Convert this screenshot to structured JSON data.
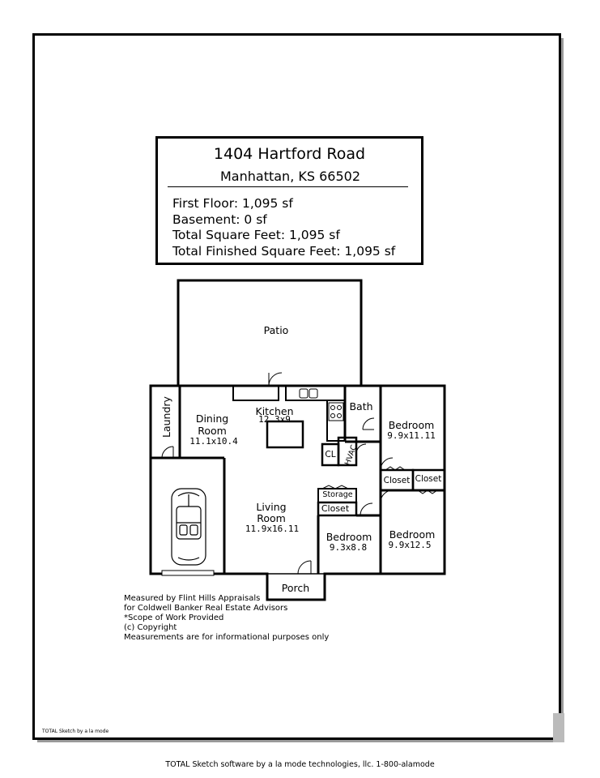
{
  "title": {
    "address": "1404 Hartford Road",
    "city": "Manhattan, KS 66502",
    "stats": [
      "First Floor: 1,095 sf",
      "Basement: 0 sf",
      "Total Square Feet: 1,095 sf",
      "Total Finished Square Feet: 1,095 sf"
    ]
  },
  "rooms": {
    "patio": "Patio",
    "laundry": "Laundry",
    "dining": "Dining",
    "dining2": "Room",
    "dining_dim": "11.1x10.4",
    "kitchen": "Kitchen",
    "kitchen_dim": "12.3x9",
    "bath": "Bath",
    "bedroom1": "Bedroom",
    "bedroom1_dim": "9.9x11.11",
    "cl": "CL",
    "hvac": "HVAC",
    "closet1": "Closet",
    "closet2": "Closet",
    "storage": "Storage",
    "closet3": "Closet",
    "living": "Living",
    "living2": "Room",
    "living_dim": "11.9x16.11",
    "bedroom2": "Bedroom",
    "bedroom2_dim": "9.3x8.8",
    "bedroom3": "Bedroom",
    "bedroom3_dim": "9.9x12.5",
    "porch": "Porch"
  },
  "notes": [
    "Measured by Flint Hills Appraisals",
    "for Coldwell Banker Real Estate Advisors",
    "*Scope of Work Provided",
    "(c) Copyright",
    "Measurements are for informational purposes only"
  ],
  "credit_small": "TOTAL Sketch by a la mode",
  "footer": "TOTAL Sketch software by a la mode technologies, llc. 1-800-alamode",
  "icons": [
    "car-icon",
    "door-swing-icon",
    "sink-icon",
    "stove-icon"
  ]
}
